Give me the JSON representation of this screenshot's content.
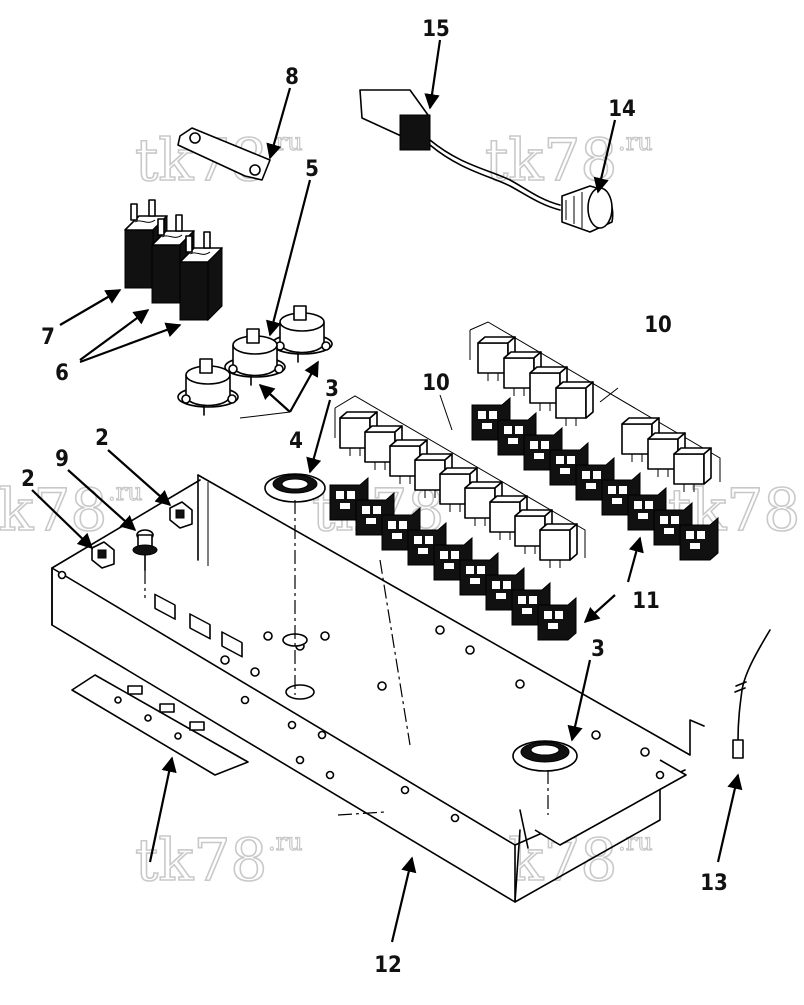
{
  "watermark": {
    "text": "tk78",
    "suffix": ".ru"
  },
  "callouts": {
    "c15": "15",
    "c14": "14",
    "c8": "8",
    "c5": "5",
    "c7": "7",
    "c6": "6",
    "c10a": "10",
    "c10b": "10",
    "c3a": "3",
    "c4": "4",
    "c2a": "2",
    "c9": "9",
    "c2b": "2",
    "c11": "11",
    "c3b": "3",
    "c13": "13",
    "c12": "12"
  },
  "colors": {
    "line": "#000000",
    "watermark": "#c9c9c9",
    "background": "#ffffff"
  }
}
